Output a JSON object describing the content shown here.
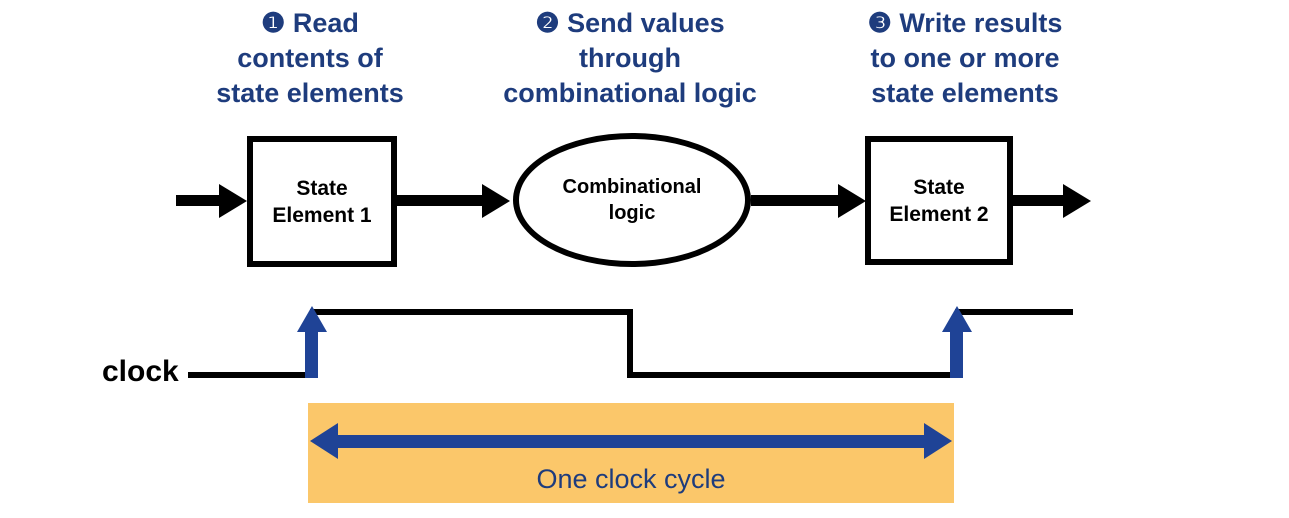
{
  "steps": [
    {
      "lines": [
        "❶ Read",
        "contents of",
        "state elements"
      ]
    },
    {
      "lines": [
        "❷ Send values",
        "through",
        "combinational logic"
      ]
    },
    {
      "lines": [
        "❸ Write results",
        "to one or more",
        "state elements"
      ]
    }
  ],
  "flow": {
    "element1": {
      "line1": "State",
      "line2": "Element 1"
    },
    "logic": {
      "line1": "Combinational",
      "line2": "logic"
    },
    "element2": {
      "line1": "State",
      "line2": "Element 2"
    }
  },
  "clock": {
    "label": "clock"
  },
  "cycle": {
    "label": "One clock cycle"
  },
  "colors": {
    "heading_blue": "#1e3c7d",
    "arrow_blue": "#1f4396",
    "cycle_box_yellow": "#fbc76a",
    "shape_black": "#000000"
  }
}
